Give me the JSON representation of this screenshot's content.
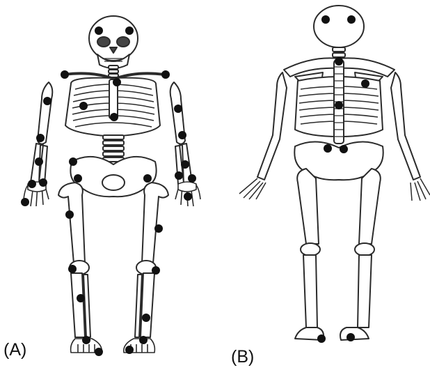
{
  "panels": [
    {
      "label": "(A)",
      "view": "anterior"
    },
    {
      "label": "(B)",
      "view": "posterior"
    }
  ],
  "colors": {
    "bone_fill": "#ffffff",
    "bone_stroke": "#2b2b2b",
    "marker": "#111111",
    "background": "#ffffff"
  }
}
